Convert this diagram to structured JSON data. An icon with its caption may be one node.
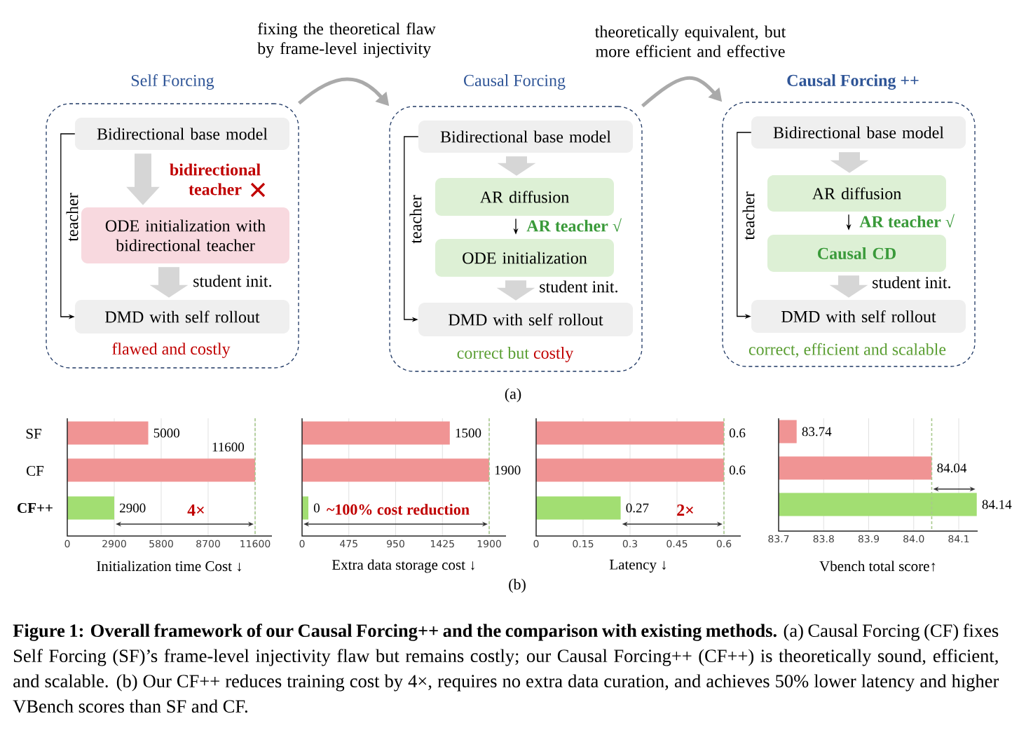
{
  "diagram": {
    "caption": "**Figure 1: Overall framework of our Causal Forcing++ and the comparison with existing methods.** (a) Causal Forcing (CF) fixes Self Forcing (SF)’s frame-level injectivity flaw but remains costly; our Causal Forcing++ (CF++) is theoretically sound, efficient, and scalable. (b) Our CF++ reduces training cost by 4×, requires no extra data curation, and achieves 50% lower latency and higher VBench scores than SF and CF.",
    "nodes": [
      {
        "text": [
          "Self Forcing",
          "flawed and costly"
        ]
      },
      {
        "text": [
          "Bidirectional base model"
        ],
        "in": 0
      },
      {
        "text": [
          "ODE initialization with bidirectional teacher"
        ],
        "in": 0
      },
      {
        "text": [
          "DMD with self rollout"
        ],
        "in": 0
      },
      {
        "text": [
          "Causal Forcing",
          "correct but",
          "costly"
        ]
      },
      {
        "text": [
          "Bidirectional base model"
        ],
        "in": 4
      },
      {
        "text": [
          "AR diffusion"
        ],
        "in": 4
      },
      {
        "text": [
          "ODE initialization"
        ],
        "in": 4
      },
      {
        "text": [
          "DMD with self rollout"
        ],
        "in": 4
      },
      {
        "text": [
          "Causal Forcing ++",
          "correct, efficient and scalable"
        ]
      },
      {
        "text": [
          "Bidirectional base model"
        ],
        "in": 9
      },
      {
        "text": [
          "AR diffusion"
        ],
        "in": 9
      },
      {
        "text": [
          "Causal CD"
        ],
        "in": 9
      },
      {
        "text": [
          "DMD with self rollout"
        ],
        "in": 9
      }
    ],
    "edges": [
      {
        "from": 0,
        "to": 4,
        "arrow": "to",
        "label": "fixing the theoretical flaw by frame-level injectivity"
      },
      {
        "from": 4,
        "to": 9,
        "arrow": "to",
        "label": "theoretically equivalent, but more efficient and effective"
      },
      {
        "from": 1,
        "to": 2,
        "arrow": "to",
        "style": "thick",
        "label": "bidirectional teacher"
      },
      {
        "from": 2,
        "to": 3,
        "arrow": "to",
        "style": "thick",
        "label": "student init."
      },
      {
        "from": 1,
        "to": 3,
        "arrow": "to",
        "color": "#000000",
        "label": "teacher"
      },
      {
        "from": 5,
        "to": 6,
        "arrow": "to",
        "style": "thick"
      },
      {
        "from": 6,
        "to": 7,
        "arrow": "to",
        "color": "#000000",
        "label": "AR teacher √"
      },
      {
        "from": 7,
        "to": 8,
        "arrow": "to",
        "style": "thick",
        "label": "student init."
      },
      {
        "from": 5,
        "to": 8,
        "arrow": "to",
        "color": "#000000",
        "label": "teacher"
      },
      {
        "from": 10,
        "to": 11,
        "arrow": "to",
        "style": "thick"
      },
      {
        "from": 11,
        "to": 12,
        "arrow": "to",
        "color": "#000000",
        "label": "AR teacher √"
      },
      {
        "from": 12,
        "to": 13,
        "arrow": "to",
        "style": "thick",
        "label": "student init."
      },
      {
        "from": 10,
        "to": 13,
        "arrow": "to",
        "color": "#000000",
        "label": "teacher"
      }
    ],
    "labels": [
      "(a)",
      "SF",
      "CF",
      "CF++",
      "5000",
      "11600",
      "2900",
      "4×",
      "0",
      "2900",
      "5800",
      "8700",
      "11600",
      "Initialization time Cost ↓",
      "1500",
      "1900",
      "0",
      "~100% cost reduction",
      "0",
      "475",
      "950",
      "1425",
      "1900",
      "Extra data storage cost ↓",
      "0.6",
      "0.6",
      "0.27",
      "2×",
      "0",
      "0.15",
      "0.3",
      "0.45",
      "0.6",
      "Latency ↓",
      "83.74",
      "84.04",
      "84.14",
      "83.7",
      "83.8",
      "83.9",
      "84.0",
      "84.1",
      "Vbench total score↑",
      "(b)"
    ]
  }
}
